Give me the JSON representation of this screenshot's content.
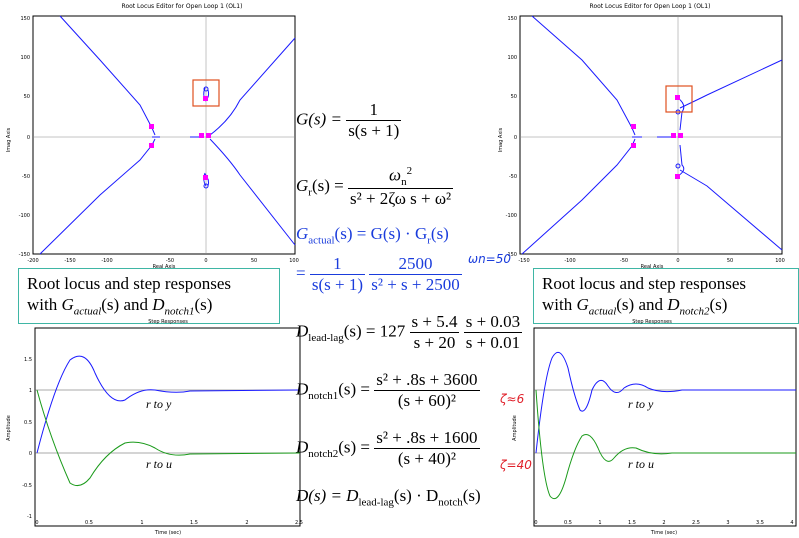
{
  "rl_title": "Root Locus Editor for Open Loop 1 (OL1)",
  "rl_xlabel": "Real Axis",
  "rl_ylabel": "Imag Axis",
  "rl_xticks": [
    "-200",
    "-150",
    "-100",
    "-50",
    "0",
    "50",
    "100"
  ],
  "rl_yticks": [
    "150",
    "100",
    "50",
    "0",
    "-50",
    "-100",
    "-150"
  ],
  "rl_xticks_right": [
    "-150",
    "-100",
    "-50",
    "0",
    "50",
    "100"
  ],
  "step_title": "Step Responses",
  "step_xlabel": "Time (sec)",
  "step_ylabel": "Amplitude",
  "step_yticks": [
    "1.5",
    "1",
    "0.5",
    "0",
    "-0.5",
    "-1"
  ],
  "step_xticks_left": [
    "0",
    "0.5",
    "1",
    "1.5",
    "2",
    "2.5"
  ],
  "step_xticks_right": [
    "0",
    "0.5",
    "1",
    "1.5",
    "2",
    "2.5",
    "3",
    "3.5",
    "4"
  ],
  "label_r_to_y": "r to y",
  "label_r_to_u": "r to u",
  "caption_left": {
    "line1": "Root locus and step responses",
    "with": "with",
    "g": "G",
    "g_sub": "actual",
    "arg1": "(s) and",
    "d": "D",
    "d_sub": "notch1",
    "arg2": "(s)"
  },
  "caption_right": {
    "line1": "Root locus and step responses",
    "with": "with",
    "g": "G",
    "g_sub": "actual",
    "arg1": "(s) and",
    "d": "D",
    "d_sub": "notch2",
    "arg2": "(s)"
  },
  "equations": {
    "g_lhs": "G(s) =",
    "g_num": "1",
    "g_den": "s(s + 1)",
    "gr_lhs": "G",
    "gr_sub": "r",
    "gr_arg": "(s) =",
    "gr_num": "ω",
    "gr_num_sup": "2",
    "gr_num_sub": "n",
    "gr_den": "s² + 2ζω s + ω²",
    "ga_lhs": "G",
    "ga_sub": "actual",
    "ga_rhs": "(s) = G(s) · G",
    "ga_rhs_sub": "r",
    "ga_rhs_end": "(s)",
    "eq2_prefix": "=",
    "eq2_num1": "1",
    "eq2_den1": "s(s + 1)",
    "eq2_num2": "2500",
    "eq2_den2": "s² + s + 2500",
    "ll_lhs": "D",
    "ll_sub": "lead-lag",
    "ll_rhs": "(s) = 127",
    "ll_num1": "s + 5.4",
    "ll_den1": "s + 20",
    "ll_num2": "s + 0.03",
    "ll_den2": "s + 0.01",
    "n1_lhs": "D",
    "n1_sub": "notch1",
    "n1_arg": "(s) =",
    "n1_num": "s² + .8s + 3600",
    "n1_den": "(s + 60)²",
    "n2_lhs": "D",
    "n2_sub": "notch2",
    "n2_arg": "(s) =",
    "n2_num": "s² + .8s + 1600",
    "n2_den": "(s + 40)²",
    "d_lhs": "D(s) = D",
    "d_sub1": "lead-lag",
    "d_mid": "(s) · D",
    "d_sub2": "notch",
    "d_end": "(s)"
  },
  "handwriting": {
    "omega": "ω",
    "omega_val": "n=50",
    "n1": "ζ≈6",
    "n2": "ζ=40"
  },
  "colors": {
    "locus": "#1a1aff",
    "poles": "#ff00ff",
    "green": "#1a9a1a",
    "box": "#e05020",
    "caption_border": "#3fb6a5"
  }
}
